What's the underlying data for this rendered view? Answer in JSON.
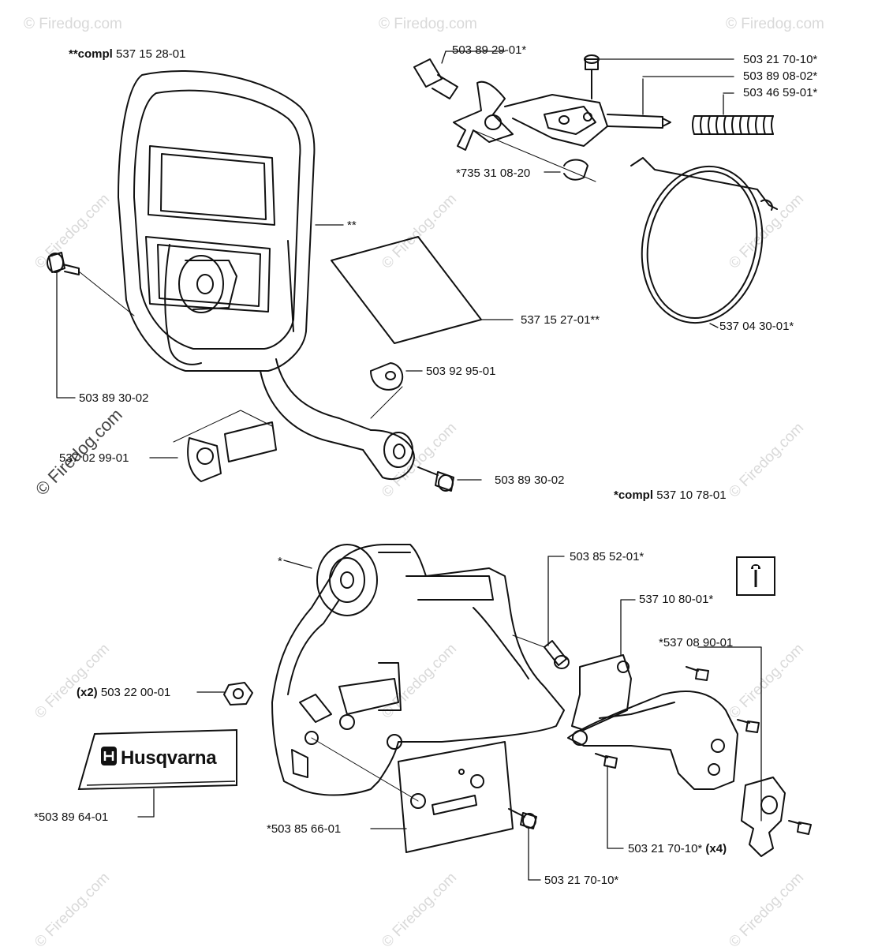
{
  "watermark": "© Firedog.com",
  "brand": "Husqvarna",
  "labels": {
    "front_handle_compl_prefix": "**compl",
    "front_handle_compl_part": "537 15 28-01",
    "front_handle_marker": "**",
    "bolt_a": "503 89 29-01*",
    "screw_a": "503 21 70-10*",
    "shaft": "503 89 08-02*",
    "spring": "503 46 59-01*",
    "retainer": "*735 31 08-20",
    "decal": "537 15 27-01**",
    "brake_band": "537 04 30-01*",
    "washer": "503 92 95-01",
    "screw_b": "503 89 30-02",
    "cam": "537 02 99-01",
    "screw_c": "503 89 30-02",
    "brake_compl_prefix": "*compl",
    "brake_compl_part": "537 10 78-01",
    "cover_marker": "*",
    "pin": "503 85 52-01*",
    "plate": "537 10 80-01*",
    "tensioner": "*537 08 90-01",
    "nut_qty": "(x2)",
    "nut": "503 22 00-01",
    "logo_decal": "*503 89 64-01",
    "guide_plate": "*503 85 66-01",
    "screw_d": "503 21 70-10*",
    "screw_e_part": "503 21 70-10*",
    "screw_e_qty": "(x4)"
  }
}
